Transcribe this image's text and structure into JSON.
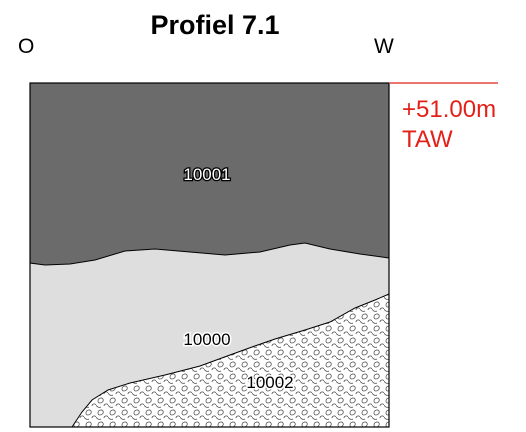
{
  "header": {
    "title": "Profiel 7.1",
    "left_direction": "O",
    "right_direction": "W"
  },
  "level_marker": {
    "line1": "+51.00m",
    "line2": "TAW",
    "color": "#e32119"
  },
  "layers": {
    "top": {
      "label": "10001",
      "color": "#6b6b6b"
    },
    "middle": {
      "label": "10000",
      "color": "#dedede"
    },
    "bottom": {
      "label": "10002",
      "color": "#ffffff",
      "pattern": "pebble-hatch"
    }
  }
}
